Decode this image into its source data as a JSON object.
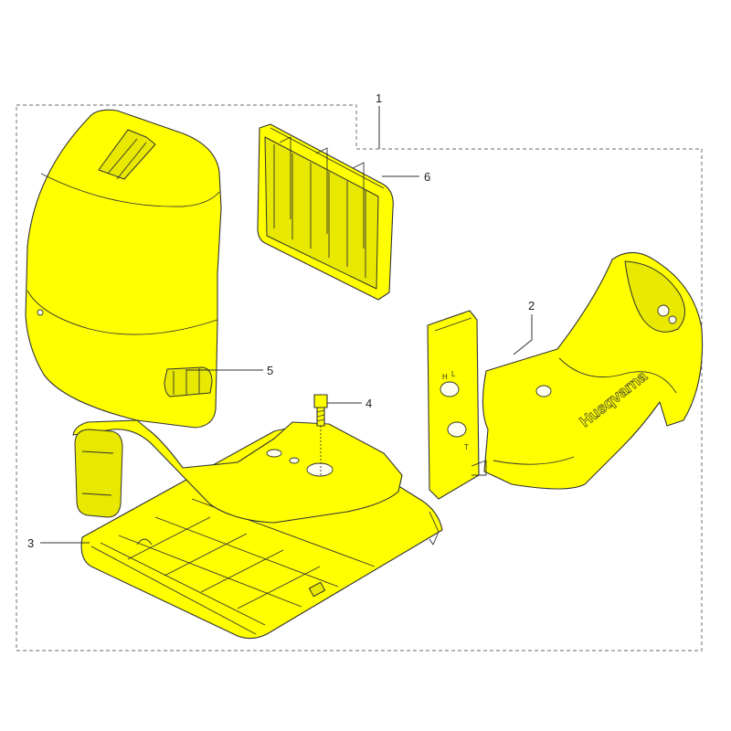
{
  "diagram": {
    "callouts": [
      {
        "id": "callout-1",
        "label": "1"
      },
      {
        "id": "callout-2",
        "label": "2"
      },
      {
        "id": "callout-3",
        "label": "3"
      },
      {
        "id": "callout-4",
        "label": "4"
      },
      {
        "id": "callout-5",
        "label": "5"
      },
      {
        "id": "callout-6",
        "label": "6"
      }
    ],
    "brand_mark": "Husqvarna",
    "panel_marks": [
      "H",
      "L",
      "T"
    ],
    "colors": {
      "part_fill": "#ffff00",
      "outline": "#333333",
      "border": "#888888"
    }
  }
}
